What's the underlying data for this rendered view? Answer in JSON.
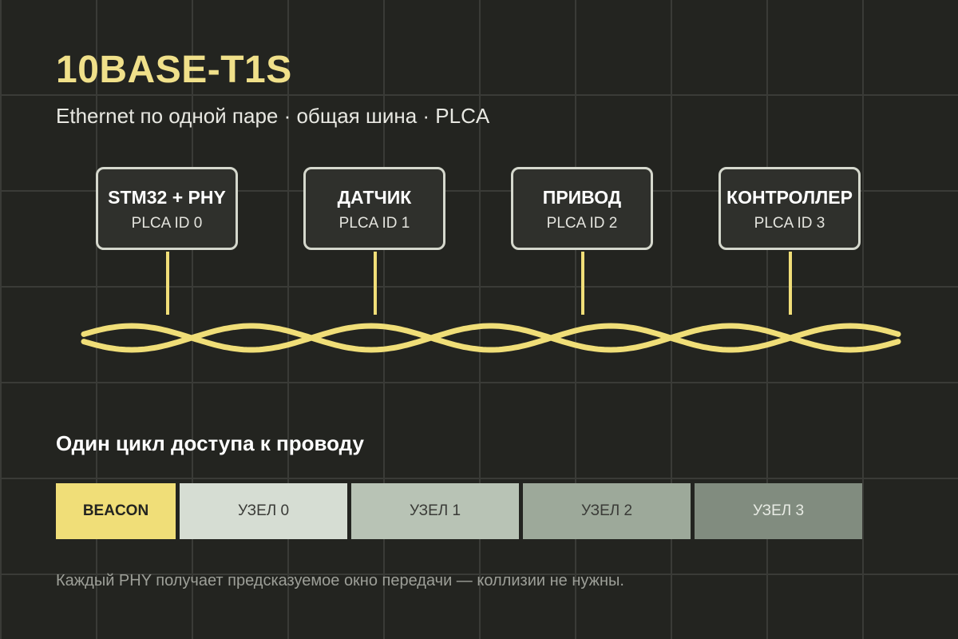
{
  "header": {
    "title": "10BASE-T1S",
    "subtitle": "Ethernet по одной паре · общая шина · PLCA"
  },
  "nodes": [
    {
      "name": "STM32 + PHY",
      "plca_id": "PLCA ID 0"
    },
    {
      "name": "ДАТЧИК",
      "plca_id": "PLCA ID 1"
    },
    {
      "name": "ПРИВОД",
      "plca_id": "PLCA ID 2"
    },
    {
      "name": "КОНТРОЛЛЕР",
      "plca_id": "PLCA ID 3"
    }
  ],
  "cycle": {
    "heading": "Один цикл доступа к проводу",
    "slots": [
      {
        "label": "BEACON",
        "color": "#f0de78",
        "text_color": "#232420"
      },
      {
        "label": "УЗЕЛ 0",
        "color": "#d6ddd3",
        "text_color": "#3a3b37"
      },
      {
        "label": "УЗЕЛ 1",
        "color": "#b8c3b5",
        "text_color": "#3a3b37"
      },
      {
        "label": "УЗЕЛ 2",
        "color": "#9da99a",
        "text_color": "#3a3b37"
      },
      {
        "label": "УЗЕЛ 3",
        "color": "#818c7f",
        "text_color": "#e8ebe4"
      }
    ]
  },
  "footnote": "Каждый PHY получает предсказуемое окно передачи — коллизии не нужны.",
  "colors": {
    "accent": "#f0de78",
    "background": "#232420",
    "grid": "#3a3b37"
  }
}
